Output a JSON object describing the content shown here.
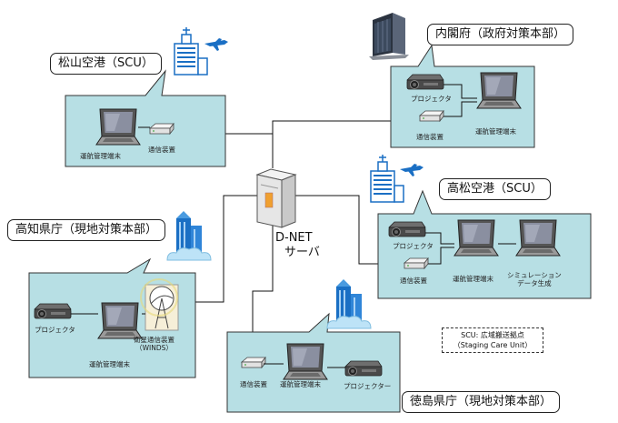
{
  "server": {
    "line1": "D-NET",
    "line2": "サーバ"
  },
  "sites": {
    "matsuyama": {
      "title": "松山空港（SCU）",
      "terminal": "運航管理端末",
      "comm": "通信装置"
    },
    "cabinet": {
      "title": "内閣府（政府対策本部）",
      "projector": "プロジェクタ",
      "comm": "通信装置",
      "terminal": "運航管理端末"
    },
    "takamatsu": {
      "title": "高松空港（SCU）",
      "projector": "プロジェクタ",
      "comm": "通信装置",
      "terminal": "運航管理端末",
      "sim1": "シミュレーション",
      "sim2": "データ生成"
    },
    "kochi": {
      "title": "高知県庁（現地対策本部）",
      "projector": "プロジェクタ",
      "terminal": "運航管理端末",
      "sat1": "衛星通信装置",
      "sat2": "（WINDS）"
    },
    "tokushima": {
      "title": "徳島県庁（現地対策本部）",
      "comm": "通信装置",
      "terminal": "運航管理端末",
      "projector": "プロジェクター"
    }
  },
  "legend": {
    "line1": "SCU: 広域搬送拠点",
    "line2": "（Staging Care Unit）"
  },
  "colors": {
    "panel_fill": "#b7dfe4",
    "panel_stroke": "#333333",
    "building_blue": "#1a6fc4",
    "plane_blue": "#1a6fc4"
  }
}
